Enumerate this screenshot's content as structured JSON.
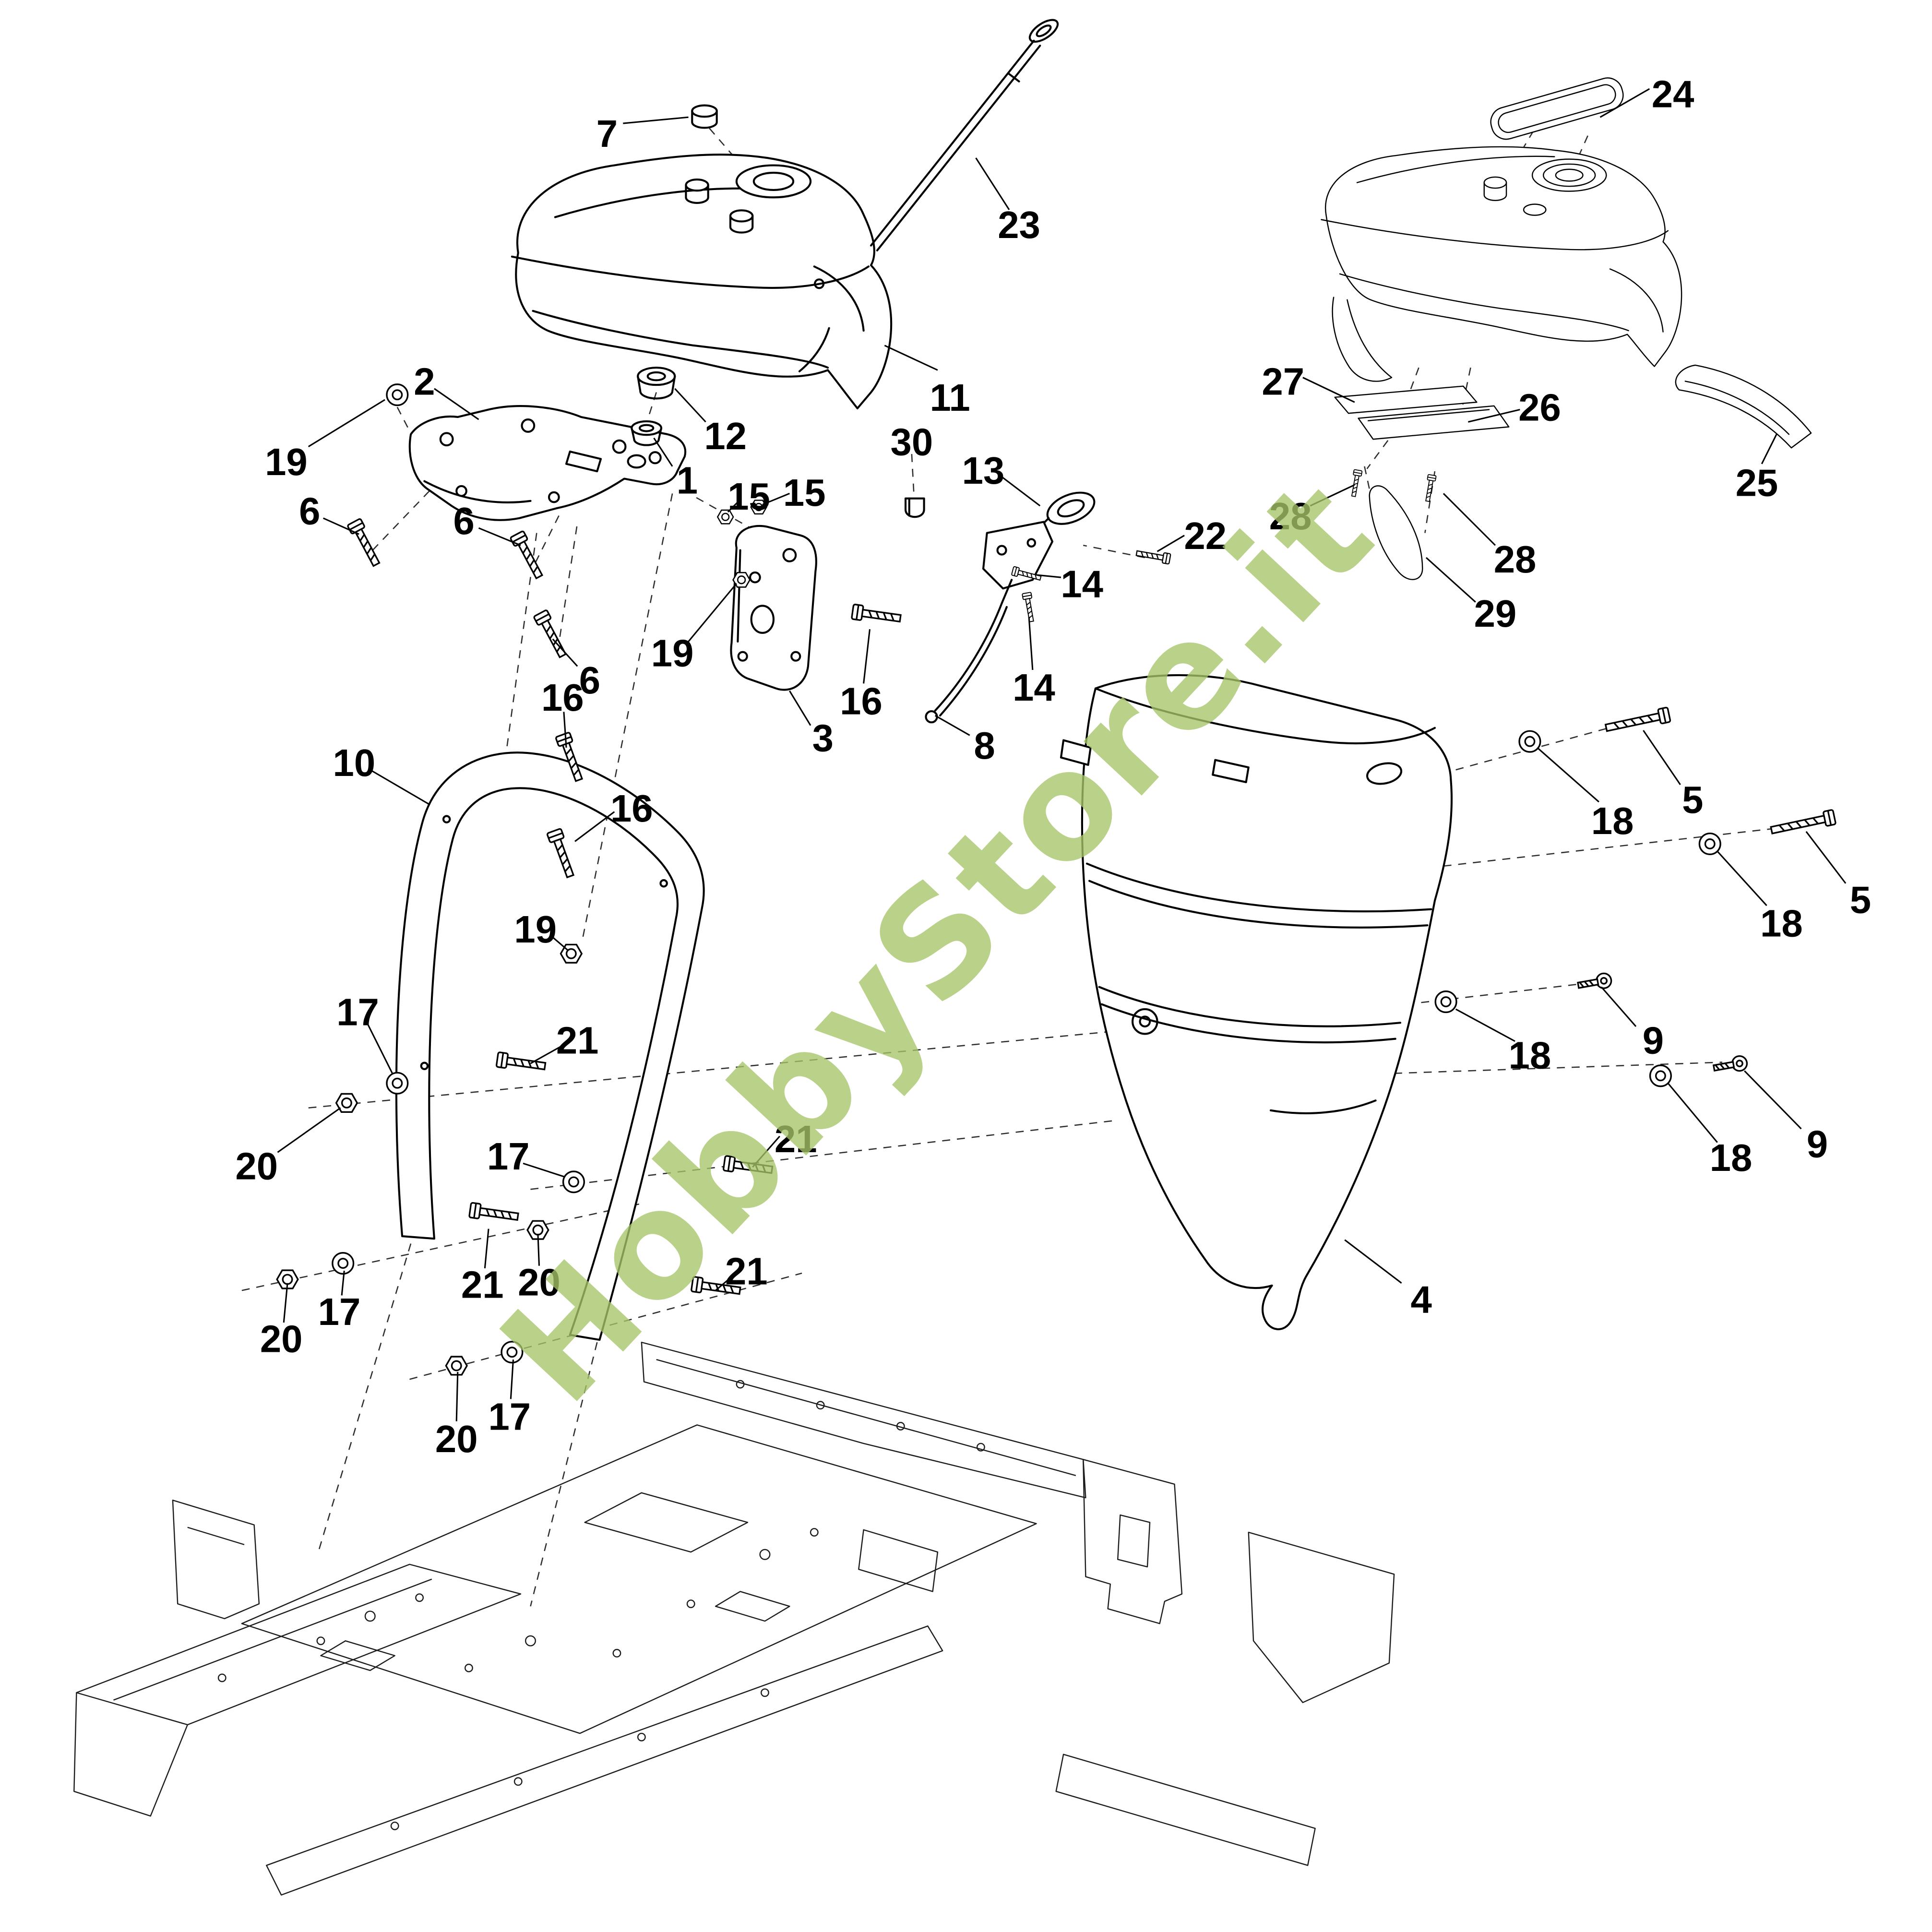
{
  "watermark": {
    "text": "HobbyStore.it",
    "color": "#a6c568"
  },
  "colors": {
    "line": "#000000",
    "frame": "#1c1c1c",
    "dash": "#2e2e2e"
  },
  "diagram": {
    "type": "exploded-parts-diagram",
    "labels": [
      "7",
      "23",
      "24",
      "11",
      "2",
      "19",
      "12",
      "1",
      "30",
      "13",
      "27",
      "26",
      "28",
      "28",
      "29",
      "25",
      "22",
      "15",
      "15",
      "6",
      "6",
      "6",
      "14",
      "14",
      "19",
      "16",
      "3",
      "8",
      "16",
      "10",
      "16",
      "18",
      "5",
      "18",
      "5",
      "19",
      "17",
      "21",
      "18",
      "9",
      "20",
      "21",
      "17",
      "18",
      "9",
      "21",
      "20",
      "4",
      "20",
      "17",
      "21",
      "20",
      "17"
    ]
  }
}
